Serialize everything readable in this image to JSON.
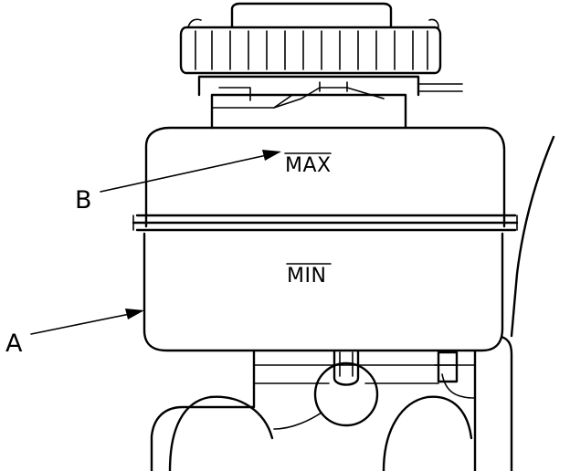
{
  "diagram": {
    "callouts": [
      {
        "id": "A",
        "label": "A"
      },
      {
        "id": "B",
        "label": "B"
      }
    ],
    "level_marks": {
      "max": "MAX",
      "min": "MIN"
    }
  },
  "colors": {
    "line": "#000000",
    "background": "#ffffff"
  }
}
